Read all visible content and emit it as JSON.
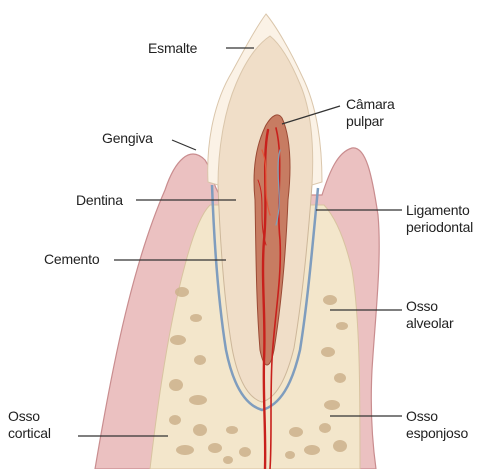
{
  "labels": {
    "esmalte": "Esmalte",
    "camara_line1": "Câmara",
    "camara_line2": "pulpar",
    "gengiva": "Gengiva",
    "dentina": "Dentina",
    "ligamento_line1": "Ligamento",
    "ligamento_line2": "periodontal",
    "cemento": "Cemento",
    "osso_alveolar_line1": "Osso",
    "osso_alveolar_line2": "alveolar",
    "osso_cortical_line1": "Osso",
    "osso_cortical_line2": "cortical",
    "osso_esponjoso_line1": "Osso",
    "osso_esponjoso_line2": "esponjoso"
  },
  "colors": {
    "gum": "#e8b8b8",
    "gum_edge": "#c98d8f",
    "enamel": "#f8ede0",
    "dentin": "#efdcc6",
    "bone": "#f2e4c8",
    "bone_dots": "#c9ad86",
    "pulp": "#b85a3f",
    "vessel_red": "#c8201c",
    "ligament_blue": "#7f9dbe"
  }
}
